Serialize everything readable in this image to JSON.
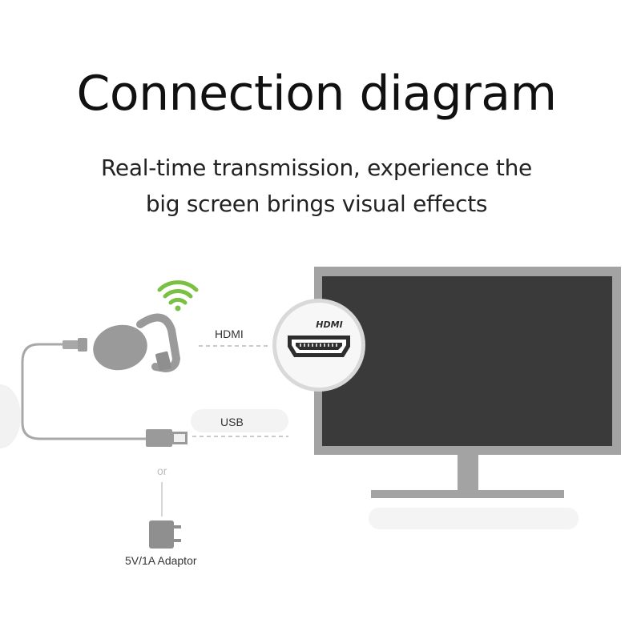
{
  "title": "Connection diagram",
  "subtitle": {
    "line1": "Real-time transmission, experience the",
    "line2": "big screen brings visual effects"
  },
  "labels": {
    "hdmi": "HDMI",
    "usb": "USB",
    "or": "or",
    "adaptor": "5V/1A Adaptor",
    "hdmi_logo": "HDMI"
  },
  "colors": {
    "wifi": "#7ac143",
    "device": "#9a9a9a",
    "tv_frame": "#9e9e9e",
    "tv_screen": "#3a3a3a"
  }
}
